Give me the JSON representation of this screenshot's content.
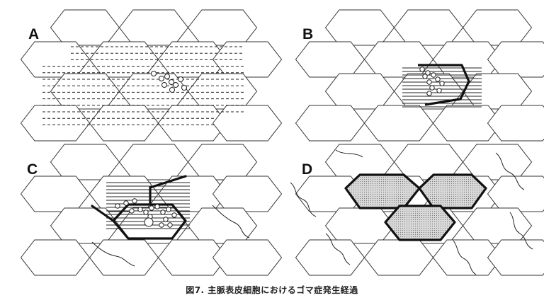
{
  "caption": "図7. 主脈表皮細胞におけるゴマ症発生経過",
  "panels": [
    {
      "label": "A"
    },
    {
      "label": "B"
    },
    {
      "label": "C"
    },
    {
      "label": "D"
    }
  ]
}
